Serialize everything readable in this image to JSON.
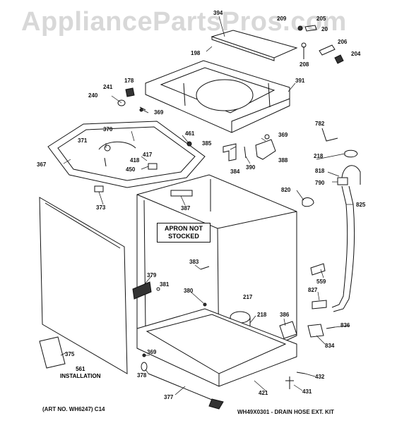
{
  "watermark": "AppliancePartsPros.com",
  "apron_note": [
    "APRON NOT",
    "STOCKED"
  ],
  "installation_note": [
    "561",
    "INSTALLATION"
  ],
  "art_no": "(ART NO. WH6247) C14",
  "drain_kit": "WH49X0301 - DRAIN HOSE EXT. KIT",
  "part_labels": [
    "394",
    "209",
    "205",
    "20",
    "198",
    "206",
    "204",
    "208",
    "391",
    "178",
    "241",
    "240",
    "369",
    "782",
    "370",
    "371",
    "461",
    "385",
    "369",
    "417",
    "418",
    "384",
    "390",
    "388",
    "218",
    "367",
    "450",
    "818",
    "790",
    "373",
    "387",
    "820",
    "825",
    "383",
    "379",
    "381",
    "559",
    "380",
    "217",
    "827",
    "218",
    "386",
    "836",
    "834",
    "375",
    "369",
    "378",
    "432",
    "421",
    "431",
    "377"
  ]
}
